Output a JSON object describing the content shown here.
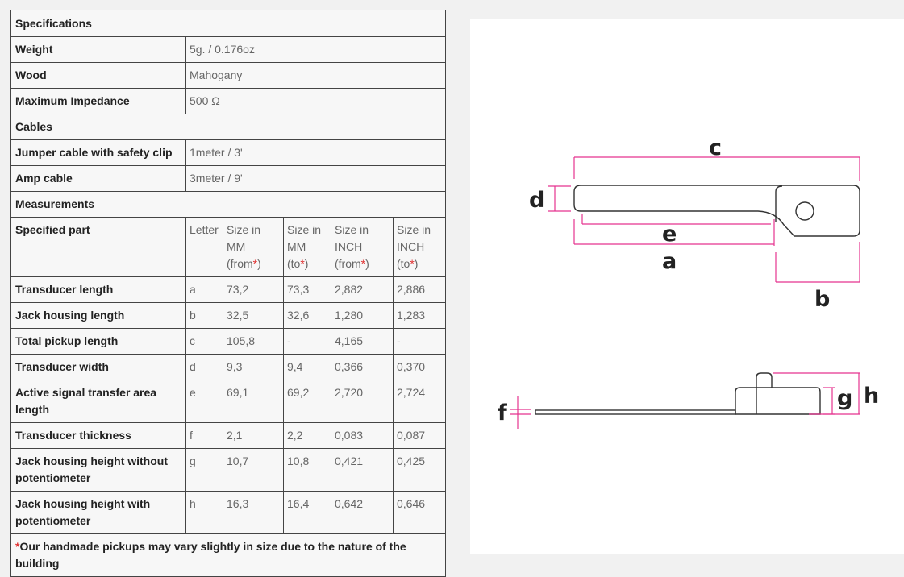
{
  "specs": {
    "title": "Specifications",
    "rows": [
      {
        "label": "Weight",
        "value": "5g. / 0.176oz"
      },
      {
        "label": "Wood",
        "value": "Mahogany"
      },
      {
        "label": "Maximum Impedance",
        "value": "500 Ω"
      }
    ]
  },
  "cables": {
    "title": "Cables",
    "rows": [
      {
        "label": "Jumper cable with safety clip",
        "value": "1meter / 3'"
      },
      {
        "label": "Amp cable",
        "value": "3meter / 9'"
      }
    ]
  },
  "measurements": {
    "title": "Measurements",
    "headers": {
      "part": "Specified part",
      "letter": "Letter",
      "mm_from": "Size in MM (from",
      "mm_to": "Size in MM (to",
      "in_from": "Size in INCH (from",
      "in_to": "Size in INCH (to",
      "star": "*",
      "close": ")"
    },
    "rows": [
      {
        "part": "Transducer length",
        "letter": "a",
        "mm_from": "73,2",
        "mm_to": "73,3",
        "in_from": "2,882",
        "in_to": "2,886"
      },
      {
        "part": "Jack housing length",
        "letter": "b",
        "mm_from": "32,5",
        "mm_to": "32,6",
        "in_from": "1,280",
        "in_to": "1,283"
      },
      {
        "part": "Total pickup length",
        "letter": "c",
        "mm_from": "105,8",
        "mm_to": "-",
        "in_from": "4,165",
        "in_to": "-"
      },
      {
        "part": "Transducer width",
        "letter": "d",
        "mm_from": "9,3",
        "mm_to": "9,4",
        "in_from": "0,366",
        "in_to": "0,370"
      },
      {
        "part": "Active signal transfer area length",
        "letter": "e",
        "mm_from": "69,1",
        "mm_to": "69,2",
        "in_from": "2,720",
        "in_to": "2,724"
      },
      {
        "part": "Transducer thickness",
        "letter": "f",
        "mm_from": "2,1",
        "mm_to": "2,2",
        "in_from": "0,083",
        "in_to": "0,087"
      },
      {
        "part": "Jack housing height without potentiometer",
        "letter": "g",
        "mm_from": "10,7",
        "mm_to": "10,8",
        "in_from": "0,421",
        "in_to": "0,425"
      },
      {
        "part": "Jack housing height with potentiometer",
        "letter": "h",
        "mm_from": "16,3",
        "mm_to": "16,4",
        "in_from": "0,642",
        "in_to": "0,646"
      }
    ],
    "footnote_star": "*",
    "footnote": "Our handmade pickups may vary slightly in size due to the nature of the building"
  },
  "diagram": {
    "labels": {
      "a": "a",
      "b": "b",
      "c": "c",
      "d": "d",
      "e": "e",
      "f": "f",
      "g": "g",
      "h": "h"
    },
    "accent": "#e5338f"
  }
}
